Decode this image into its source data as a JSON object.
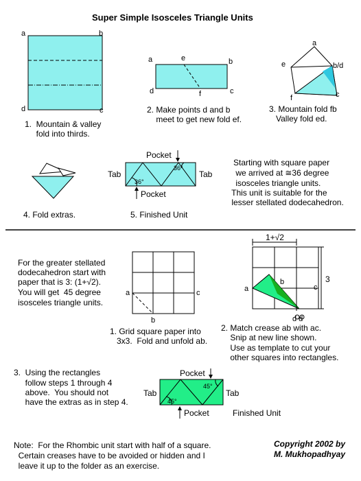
{
  "title": "Super Simple Isosceles Triangle Units",
  "labels": {
    "a": "a",
    "b": "b",
    "c": "c",
    "d": "d",
    "e": "e",
    "f": "f",
    "b_d": "b/d",
    "dd": "d d",
    "pocket": "Pocket",
    "tab": "Tab",
    "angle36": "36°",
    "angle45": "45°",
    "dim_width": "1+√2",
    "dim_height": "3"
  },
  "top_steps": {
    "step1": [
      "1.  Mountain & valley",
      "     fold into thirds."
    ],
    "step2": [
      "2. Make points d and b",
      "    meet to get new fold ef."
    ],
    "step3": [
      "3. Mountain fold fb",
      "   Valley fold ed."
    ],
    "step4": "4. Fold extras.",
    "step5": "5. Finished Unit",
    "note": [
      "Starting with square paper",
      " we arrived at ≅36 degree",
      " isosceles triangle units.",
      " This unit is suitable for the",
      " lesser stellated dodecahedron."
    ]
  },
  "bottom_steps": {
    "intro": [
      "For the greater stellated",
      "dodecahedron start with",
      "paper that is 3: (1+√2).",
      "You will get  45 degree",
      "isosceles triangle units."
    ],
    "step1": [
      "1. Grid square paper into",
      "   3x3.  Fold and unfold ab."
    ],
    "step2": [
      "2. Match crease ab with ac.",
      "    Snip at new line shown.",
      "    Use as template to cut your",
      "    other squares into rectangles."
    ],
    "step3": [
      "3.  Using the rectangles",
      "     follow steps 1 through 4",
      "     above.  You should not",
      "     have the extras as in step 4."
    ],
    "finished": "Finished Unit"
  },
  "footer": {
    "note": [
      "Note:  For the Rhombic unit start with half of a square.",
      "  Certain creases have to be avoided or hidden and I",
      "  leave it up to the folder as an exercise."
    ],
    "copyright": [
      "Copyright 2002 by",
      "M. Mukhopadhyay"
    ]
  },
  "colors": {
    "cyan": "#8ff0ee",
    "cyan_dark": "#2fc8e0",
    "green": "#22ee88",
    "green_dark": "#16b020",
    "line": "#000000"
  }
}
